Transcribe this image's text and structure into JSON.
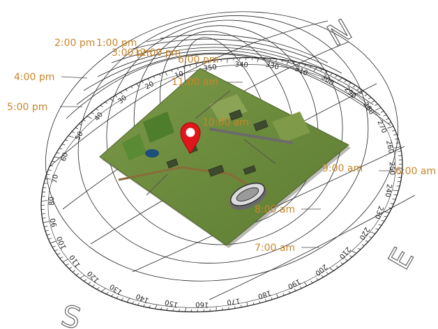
{
  "time_labels": [
    {
      "text": "2:00 pm"
    },
    {
      "text": "1:00 pm"
    },
    {
      "text": "3:00 pm"
    },
    {
      "text": "12:00 pm"
    },
    {
      "text": "6:00 pm"
    },
    {
      "text": "4:00 pm"
    },
    {
      "text": "5:00 pm"
    },
    {
      "text": "11:00 am"
    },
    {
      "text": "10:00 am"
    },
    {
      "text": "9:00 am"
    },
    {
      "text": "6:00 am"
    },
    {
      "text": "8:00 am"
    },
    {
      "text": "7:00 am"
    }
  ],
  "directions": {
    "north": "N",
    "east": "E",
    "south": "S"
  },
  "degree_labels": [
    "350",
    "340",
    "330",
    "310",
    "300",
    "290",
    "280",
    "270",
    "260",
    "250",
    "240",
    "230",
    "220",
    "210",
    "200",
    "190",
    "180",
    "170",
    "160",
    "150",
    "140",
    "130",
    "120",
    "110",
    "100",
    "90",
    "80",
    "70",
    "60",
    "50",
    "40",
    "30",
    "20",
    "10"
  ],
  "colors": {
    "label": "#c8862a",
    "pin": "#e0161b",
    "terrain": "#6f8c3f",
    "arc": "#222222"
  }
}
